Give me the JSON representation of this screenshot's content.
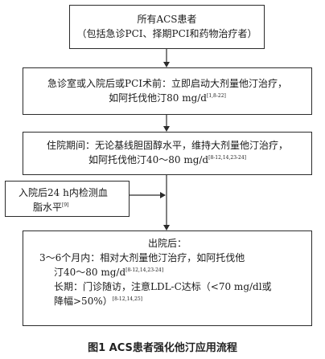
{
  "flow": {
    "box1": {
      "line1": "所有ACS患者",
      "line2": "（包括急诊PCI、择期PCI和药物治疗者）"
    },
    "box2": {
      "line1": "急诊室或入院后或PCI术前：立即启动大剂量他汀治疗，",
      "line2": "如阿托伐他汀80 mg/d",
      "ref": "[1,8-22]"
    },
    "box3": {
      "line1": "住院期间：无论基线胆固醇水平，维持大剂量他汀治疗，",
      "line2": "如阿托伐他汀40～80 mg/d",
      "ref": "[8-12,14,23-24]"
    },
    "side_box": {
      "line1": "入院后24 h内检测血",
      "line2": "脂水平",
      "ref": "[9]"
    },
    "box4": {
      "title": "出院后：",
      "line1": "3～6个月内：相对大剂量他汀治疗，如阿托伐他",
      "line2": "汀40～80 mg/d",
      "ref1": "[8-12,14,23-24]",
      "line3": "长期：门诊随访，注意LDL-C达标（<70 mg/dl或",
      "line4": "降幅>50%）",
      "ref2": "[8-12,14,25]"
    }
  },
  "caption": "图1  ACS患者强化他汀应用流程"
}
